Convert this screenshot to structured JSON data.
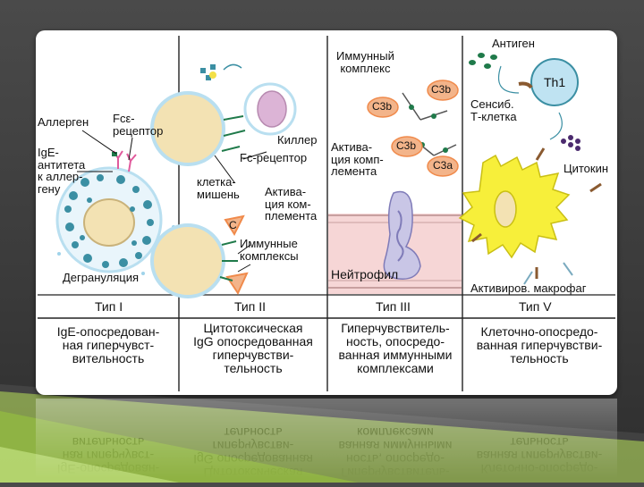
{
  "panels": [
    {
      "labels": {
        "allergen": "Аллерген",
        "fce_receptor": "Fcε-\nрецептор",
        "ige_antibody": "IgE-\nантитета\nк аллер-\nгену",
        "degranulation": "Дегрануляция"
      },
      "type": "Тип I",
      "description": "IgE-опосредован-\nная гиперчувст-\nвительность"
    },
    {
      "labels": {
        "killer": "Киллер",
        "fc_receptor": "Fc-рецептор",
        "target_cell": "клетка-\nмишень",
        "complement_activation": "Актива-\nция ком-\nплемента",
        "immune_complexes": "Иммунные\nкомплексы",
        "complement_c": "C"
      },
      "type": "Тип II",
      "description": "Цитотоксическая\nIgG опосредованная\nгиперчувстви-\nтельность"
    },
    {
      "labels": {
        "immune_complex": "Иммунный\nкомплекс",
        "c3b_1": "C3b",
        "c3b_2": "C3b",
        "c3b_3": "C3b",
        "c3a": "C3a",
        "complement_activation": "Актива-\nция комп-\nлемента",
        "neutrophil": "Нейтрофил"
      },
      "type": "Тип III",
      "description": "Гиперчувствитель-\nность, опосредо-\nванная иммунными\nкомплексами"
    },
    {
      "labels": {
        "antigen": "Антиген",
        "th1": "Th1",
        "sensitized": "Сенсиб.\nТ-клетка",
        "cytokines": "Цитокин",
        "macrophage": "Активиров. макрофаг"
      },
      "type": "Тип V",
      "description": "Клеточно-опосредо-\nванная гиперчувстви-\nтельность"
    }
  ],
  "colors": {
    "cell_fill": "#f3e2b3",
    "cell_outline": "#c9b27a",
    "membrane_blue": "#b9dff0",
    "complement_orange": "#f08a4b",
    "complement_orange_fill": "#f3b48a",
    "antibody_green": "#1f7a4a",
    "macrophage_yellow": "#f7ef3a",
    "neutrophil_lavender": "#c9c6e6",
    "vessel_pink": "#f6d6d6",
    "th1_blue": "#bfe3f2",
    "granule_teal": "#3b8fa3"
  }
}
